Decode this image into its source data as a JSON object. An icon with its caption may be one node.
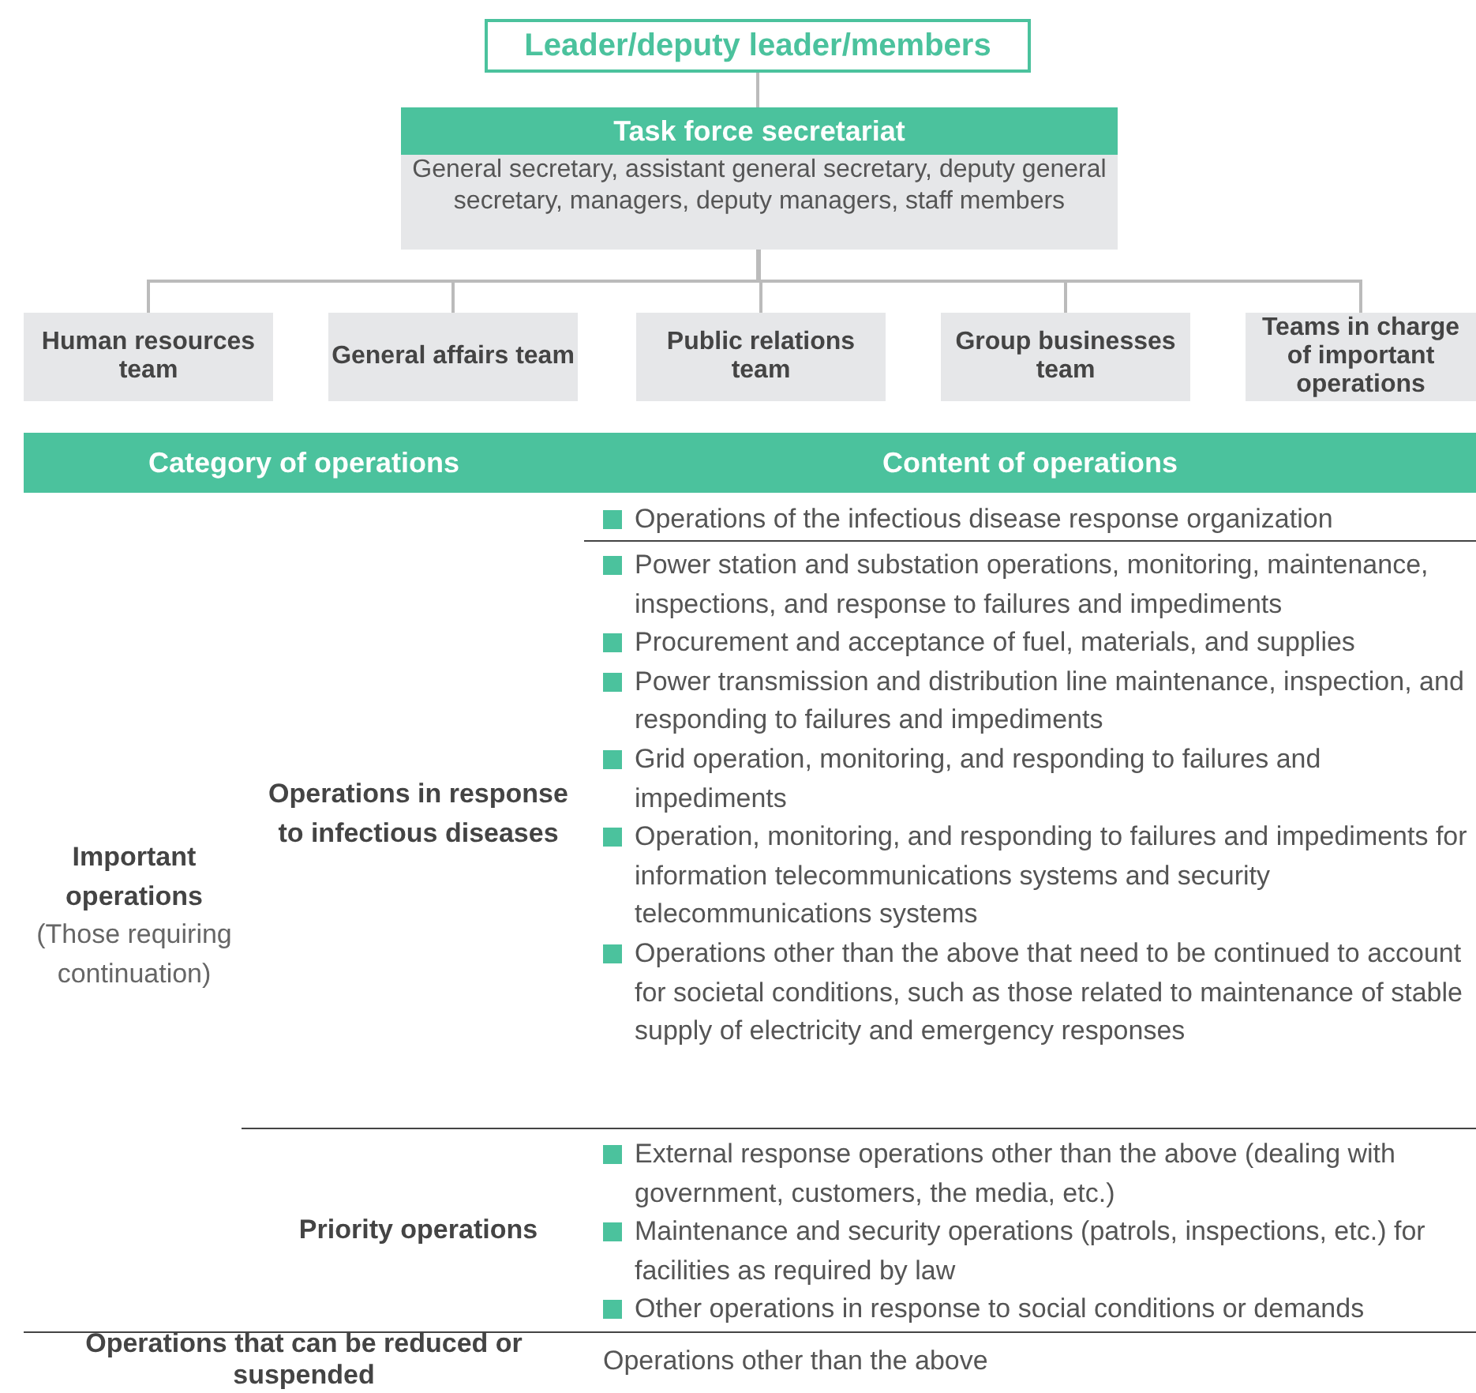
{
  "diagram": {
    "nodes": [
      {
        "text": [
          "Leader/deputy leader/members"
        ]
      },
      {
        "text": [
          "Task force secretariat",
          "General secretary, assistant general secretary, deputy general secretary, managers, deputy managers, staff members"
        ]
      },
      {
        "text": [
          "Human resources team"
        ]
      },
      {
        "text": [
          "General affairs team"
        ]
      },
      {
        "text": [
          "Public relations team"
        ]
      },
      {
        "text": [
          "Group businesses team"
        ]
      },
      {
        "text": [
          "Teams in charge of important operations"
        ]
      }
    ],
    "edges": [
      {
        "from": 0,
        "to": 1,
        "arrow": "none"
      },
      {
        "from": 1,
        "to": 2,
        "arrow": "none"
      },
      {
        "from": 1,
        "to": 3,
        "arrow": "none"
      },
      {
        "from": 1,
        "to": 4,
        "arrow": "none"
      },
      {
        "from": 1,
        "to": 5,
        "arrow": "none"
      },
      {
        "from": 1,
        "to": 6,
        "arrow": "none"
      }
    ],
    "labels": [
      "Category of operations",
      "Content of operations",
      "Important operations",
      "(Those requiring continuation)",
      "Operations in response to infectious diseases",
      "Operations of the infectious disease response organization",
      "Power station and substation operations, monitoring, maintenance, inspections, and response to failures and impediments",
      "Procurement and acceptance of fuel, materials, and supplies",
      "Power transmission and distribution line maintenance, inspection, and responding to failures and impediments",
      "Grid operation, monitoring, and responding to failures and impediments",
      "Operation, monitoring, and responding to failures and impediments for information telecommunications systems and security telecommunications systems",
      "Operations other than the above that need to be continued to account for societal conditions, such as those related to maintenance of stable supply of electricity and emergency responses",
      "Priority operations",
      "External response operations other than the above (dealing with government, customers, the media, etc.)",
      "Maintenance and security operations (patrols, inspections, etc.) for facilities as required by law",
      "Other operations in response to social conditions or demands",
      "Operations that can be reduced or suspended",
      "Operations other than the above"
    ]
  }
}
